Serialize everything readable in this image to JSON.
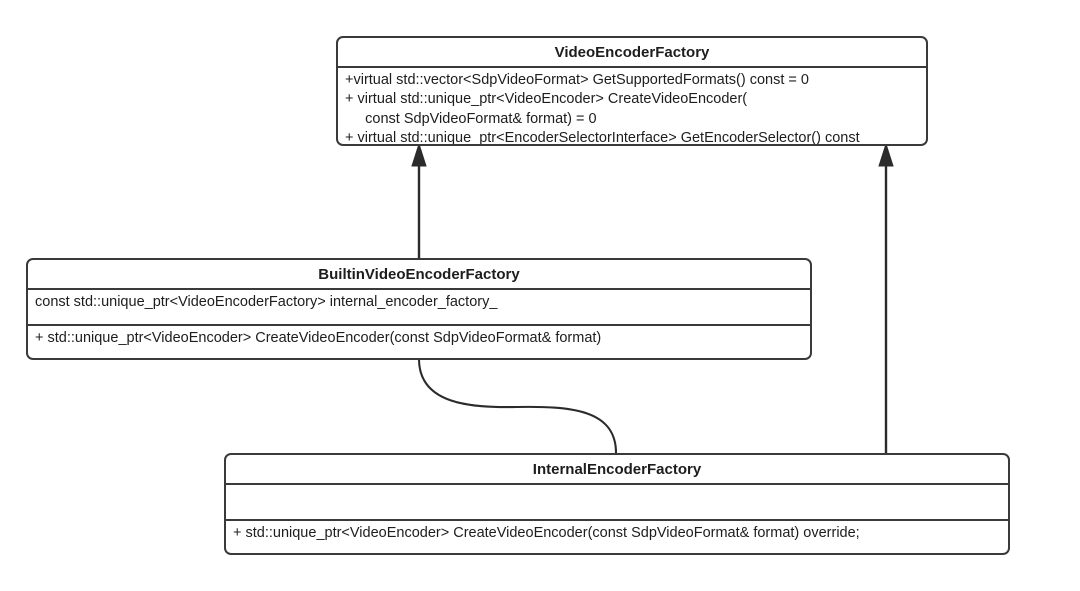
{
  "diagram": {
    "title": "VideoEncoderFactory UML class diagram",
    "type": "uml-class-diagram",
    "background_color": "#ffffff",
    "stroke_color": "#3a3a3a",
    "text_color": "#1d1d1d"
  },
  "classes": [
    {
      "id": "video-encoder-factory",
      "name": "VideoEncoderFactory",
      "attributes": [],
      "operations": [
        "+virtual std::vector<SdpVideoFormat> GetSupportedFormats() const = 0",
        "+ virtual std::unique_ptr<VideoEncoder> CreateVideoEncoder(",
        "     const SdpVideoFormat& format) = 0",
        "+ virtual std::unique_ptr<EncoderSelectorInterface> GetEncoderSelector() const"
      ]
    },
    {
      "id": "builtin-video-encoder-factory",
      "name": "BuiltinVideoEncoderFactory",
      "attributes": [
        "const std::unique_ptr<VideoEncoderFactory> internal_encoder_factory_"
      ],
      "operations": [
        "+ std::unique_ptr<VideoEncoder> CreateVideoEncoder(const SdpVideoFormat& format)"
      ]
    },
    {
      "id": "internal-encoder-factory",
      "name": "InternalEncoderFactory",
      "attributes": [
        ""
      ],
      "operations": [
        "+ std::unique_ptr<VideoEncoder> CreateVideoEncoder(const SdpVideoFormat& format) override;"
      ]
    }
  ],
  "connectors": [
    {
      "id": "generalization-builtin-to-factory",
      "kind": "generalization-arrow",
      "from": "builtin-video-encoder-factory",
      "to": "video-encoder-factory",
      "arrowhead": "solid-triangle"
    },
    {
      "id": "generalization-internal-to-factory",
      "kind": "generalization-arrow",
      "from": "internal-encoder-factory",
      "to": "video-encoder-factory",
      "arrowhead": "solid-triangle"
    },
    {
      "id": "association-builtin-to-internal",
      "kind": "association-curve",
      "from": "builtin-video-encoder-factory",
      "to": "internal-encoder-factory",
      "arrowhead": "none"
    }
  ]
}
